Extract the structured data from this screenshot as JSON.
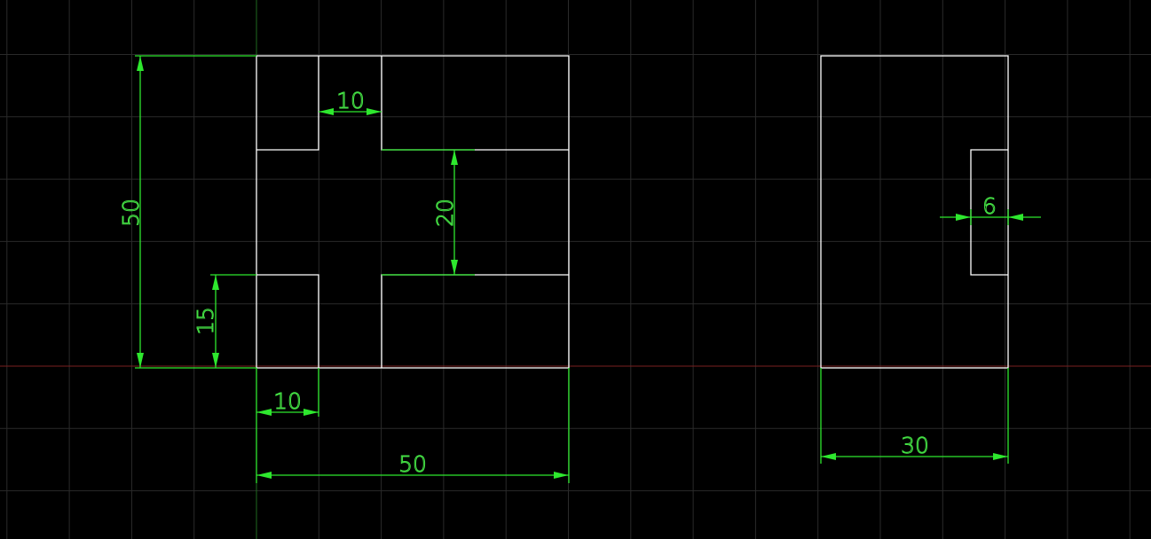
{
  "canvas": {
    "background": "#000000",
    "grid_color": "#2a2a2a",
    "object_color": "#ffffff",
    "dimension_color": "#2ee82e",
    "x_axis_color": "#7a1f1f",
    "y_axis_color": "#1f6a1f"
  },
  "front_view": {
    "dims": {
      "overall_width": "50",
      "overall_height": "50",
      "top_slot_width": "10",
      "middle_height": "20",
      "bottom_left_height": "15",
      "bottom_left_width": "10"
    }
  },
  "side_view": {
    "dims": {
      "width": "30",
      "slot_depth": "6"
    }
  }
}
